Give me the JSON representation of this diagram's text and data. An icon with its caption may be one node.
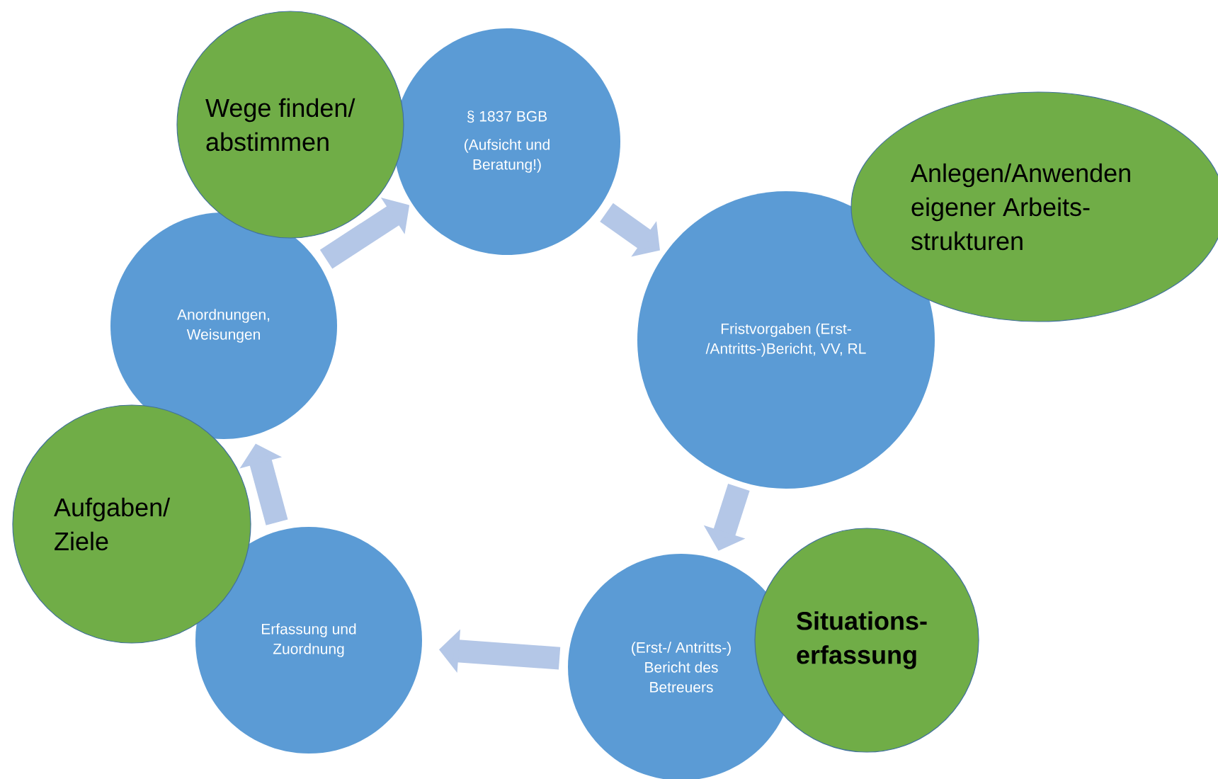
{
  "diagram": {
    "nodes": [
      {
        "text": [
          "Wege finden/ abstimmen"
        ]
      },
      {
        "text": [
          "§ 1837 BGB",
          "(Aufsicht und Beratung!)"
        ]
      },
      {
        "text": [
          "Anlegen/Anwenden eigener Arbeits- strukturen"
        ]
      },
      {
        "text": [
          "Fristvorgaben (Erst- /Antritts-)Bericht, VV, RL"
        ]
      },
      {
        "text": [
          "**Situations- erfassung**"
        ]
      },
      {
        "text": [
          "(Erst-/ Antritts-) Bericht des Betreuers"
        ]
      },
      {
        "text": [
          "Erfassung und Zuordnung"
        ]
      },
      {
        "text": [
          "Aufgaben/ Ziele"
        ]
      },
      {
        "text": [
          "Anordnungen, Weisungen"
        ]
      }
    ],
    "edges": [
      {
        "from": 8,
        "to": 1,
        "arrow": "to"
      },
      {
        "from": 1,
        "to": 3,
        "arrow": "to"
      },
      {
        "from": 3,
        "to": 5,
        "arrow": "to"
      },
      {
        "from": 5,
        "to": 6,
        "arrow": "to"
      },
      {
        "from": 6,
        "to": 8,
        "arrow": "to"
      }
    ]
  }
}
